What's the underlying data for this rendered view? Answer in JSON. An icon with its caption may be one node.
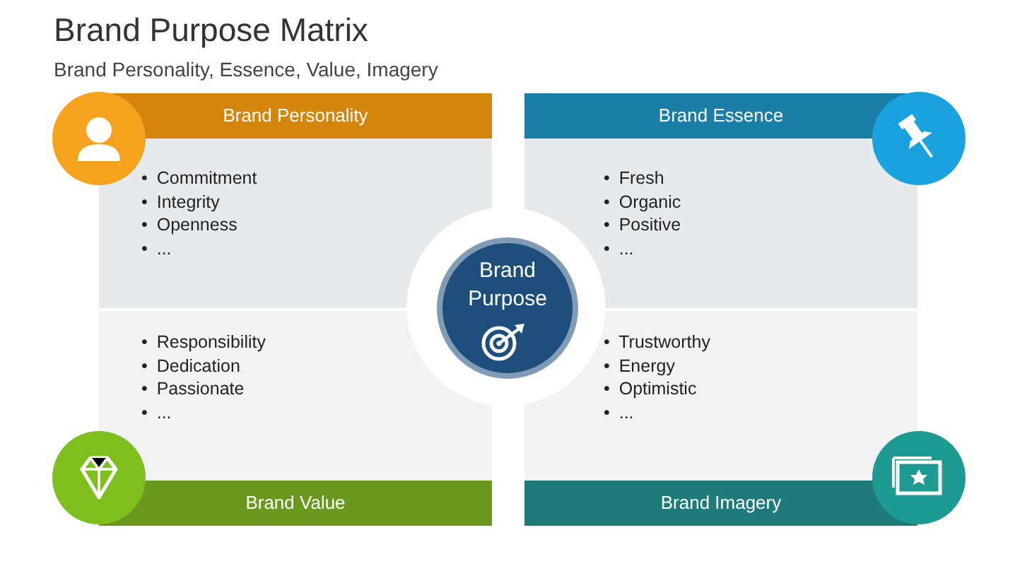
{
  "diagram": {
    "title": "Brand Purpose Matrix",
    "nodes": [
      {
        "text": [
          "Brand Personality",
          "• Commitment",
          "• Integrity",
          "• Openness",
          "• ..."
        ]
      },
      {
        "text": [
          "Brand Essence",
          "• Fresh",
          "• Organic",
          "• Positive",
          "• ..."
        ]
      },
      {
        "text": [
          "Brand Value",
          "• Responsibility",
          "• Dedication",
          "• Passionate",
          "• ..."
        ]
      },
      {
        "text": [
          "Brand Imagery",
          "• Trustworthy",
          "• Energy",
          "• Optimistic",
          "• ..."
        ]
      },
      {
        "text": [
          "Brand Purpose"
        ]
      }
    ],
    "edges": [],
    "labels": [
      "Brand Personality, Essence, Value, Imagery"
    ]
  }
}
